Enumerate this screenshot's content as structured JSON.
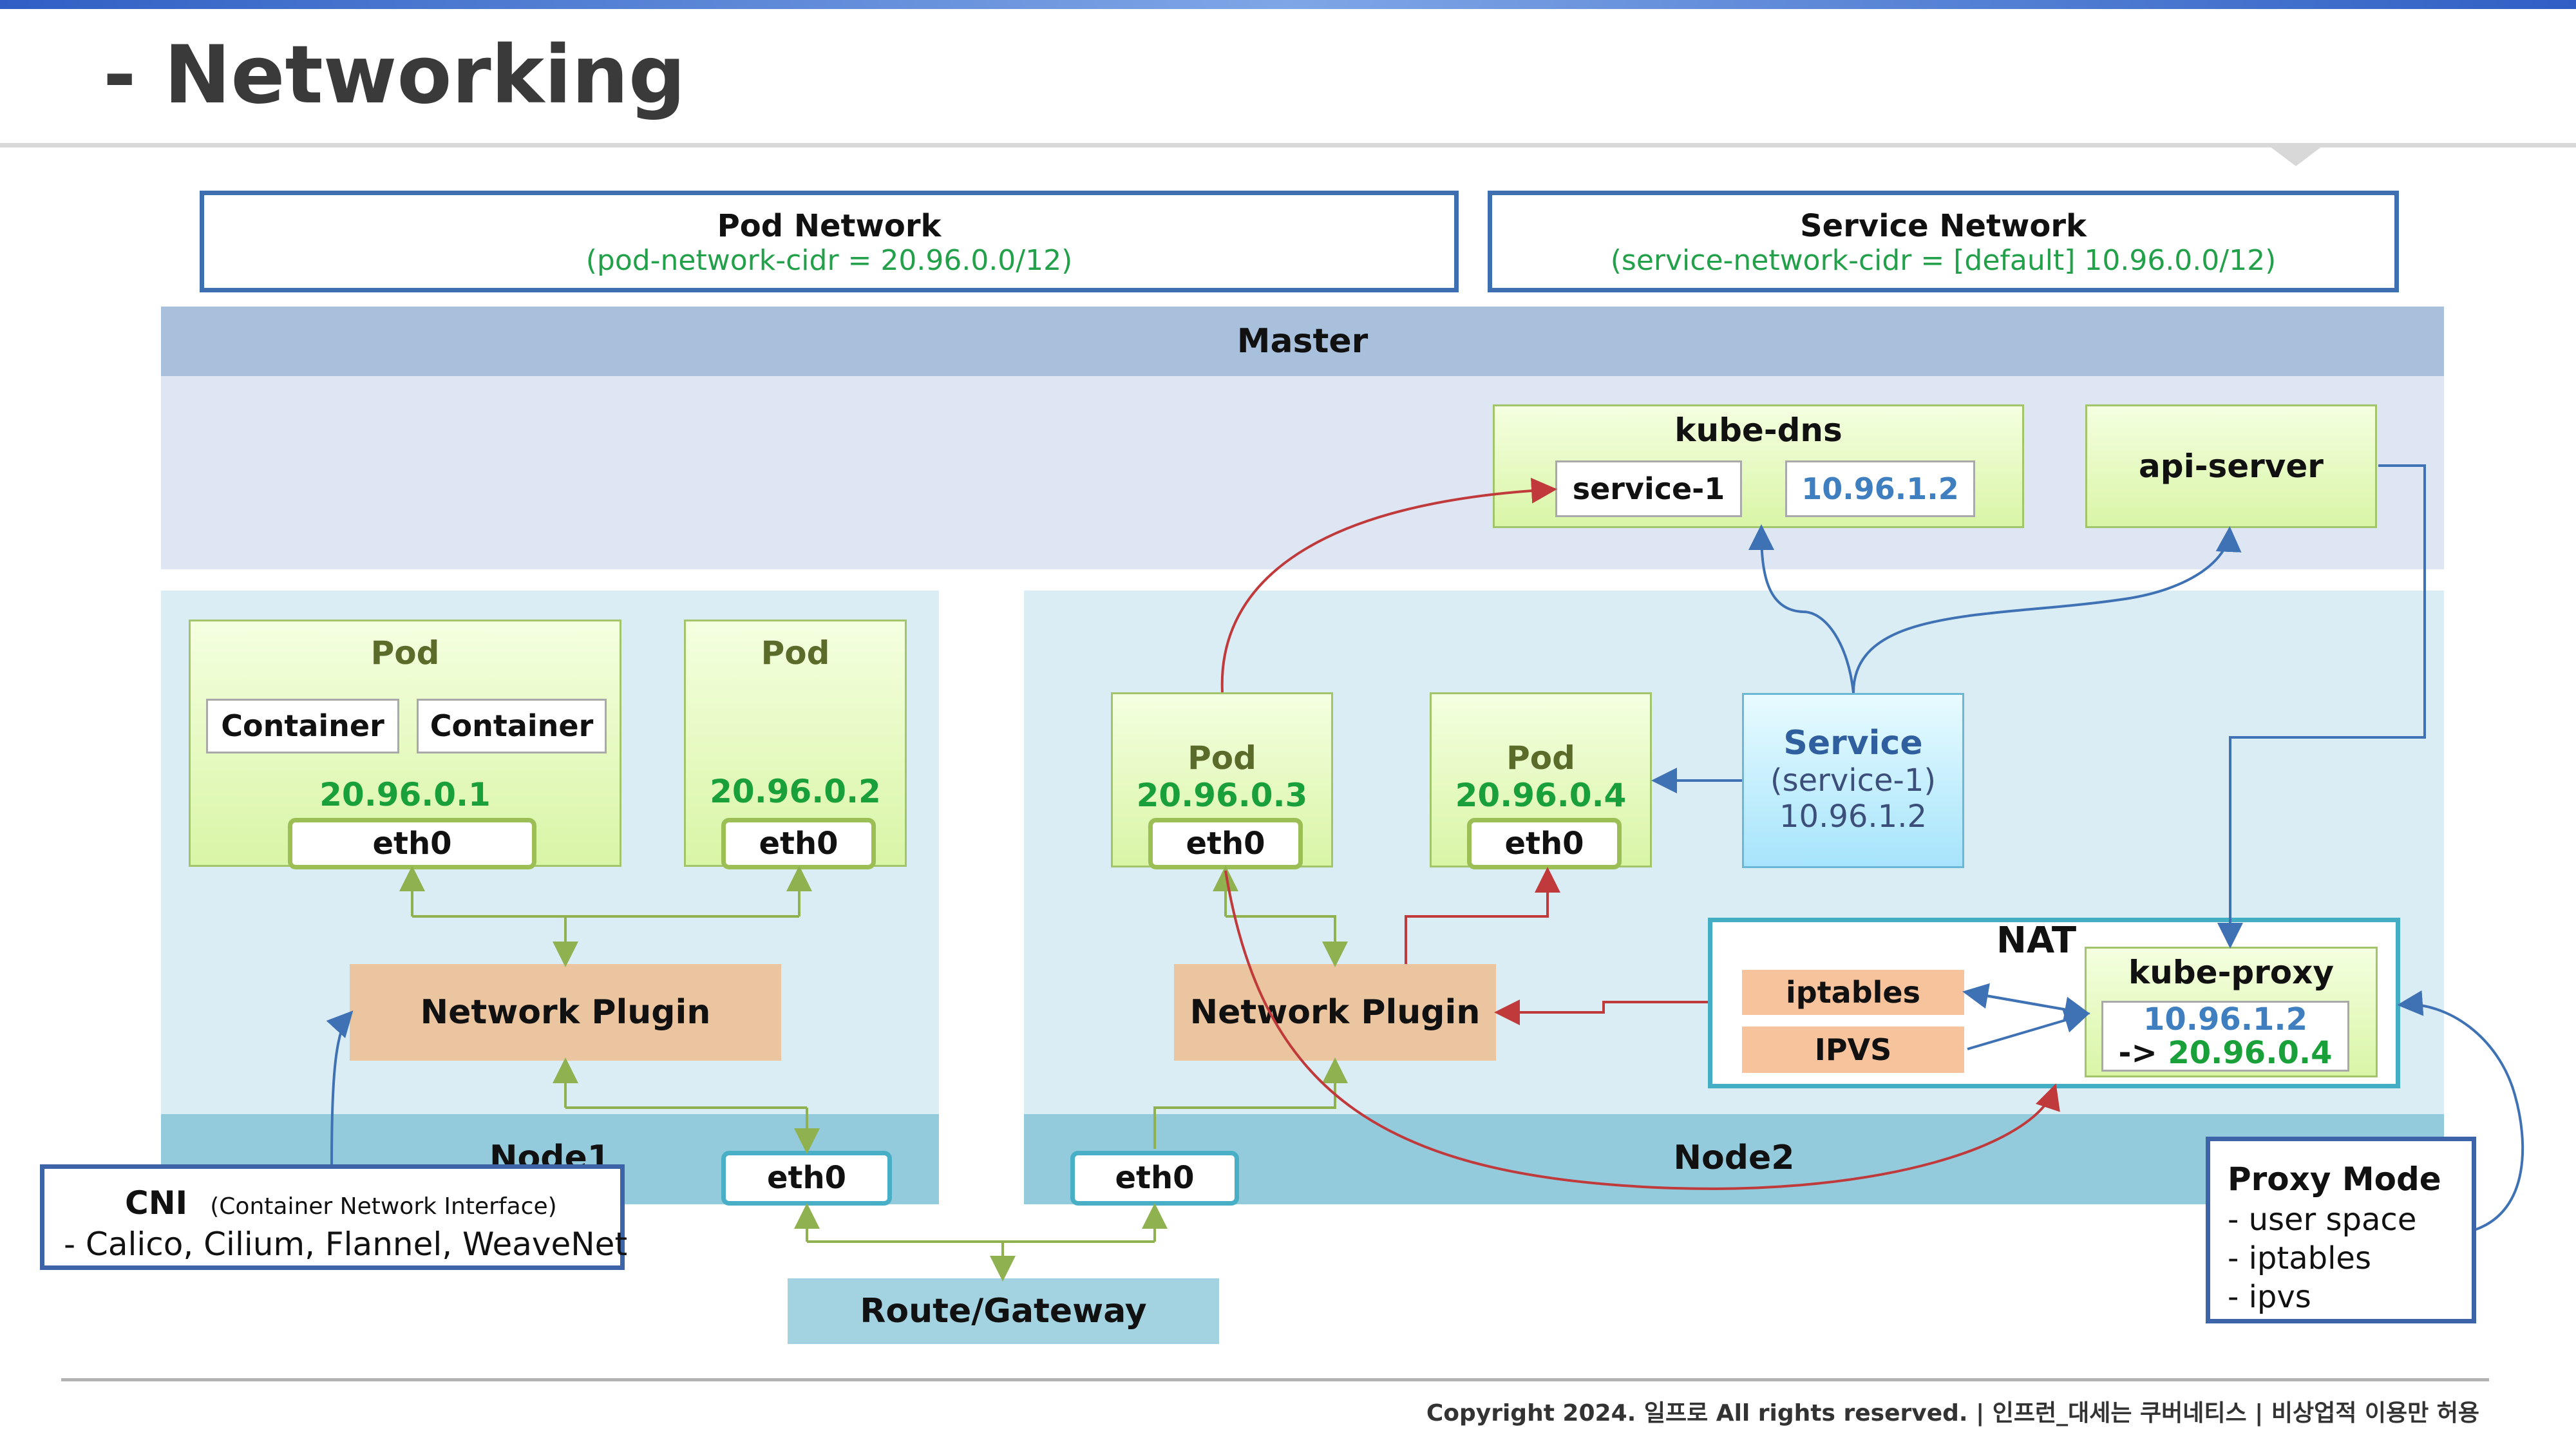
{
  "title": "- Networking",
  "pod_network": {
    "label": "Pod Network",
    "cidr": "(pod-network-cidr =  20.96.0.0/12)"
  },
  "service_network": {
    "label": "Service Network",
    "cidr": "(service-network-cidr = [default] 10.96.0.0/12)"
  },
  "master": {
    "label": "Master",
    "kube_dns": {
      "label": "kube-dns",
      "service": "service-1",
      "ip": "10.96.1.2"
    },
    "api_server": {
      "label": "api-server"
    }
  },
  "node1": {
    "label": "Node1",
    "pod_a": {
      "label": "Pod",
      "container1": "Container",
      "container2": "Container",
      "ip": "20.96.0.1",
      "eth": "eth0"
    },
    "pod_b": {
      "label": "Pod",
      "ip": "20.96.0.2",
      "eth": "eth0"
    },
    "plugin": "Network Plugin",
    "eth": "eth0"
  },
  "node2": {
    "label": "Node2",
    "pod_c": {
      "label": "Pod",
      "ip": "20.96.0.3",
      "eth": "eth0"
    },
    "pod_d": {
      "label": "Pod",
      "ip": "20.96.0.4",
      "eth": "eth0"
    },
    "service": {
      "label": "Service",
      "name": "(service-1)",
      "ip": "10.96.1.2"
    },
    "plugin": "Network Plugin",
    "eth": "eth0",
    "nat": {
      "label": "NAT",
      "iptables": "iptables",
      "ipvs": "IPVS"
    },
    "kube_proxy": {
      "label": "kube-proxy",
      "from": "10.96.1.2",
      "arrow": "->",
      "to": "20.96.0.4"
    }
  },
  "route_gateway": "Route/Gateway",
  "cni": {
    "title": "CNI",
    "subtitle": "(Container Network Interface)",
    "list": "- Calico, Cilium, Flannel, WeaveNet"
  },
  "proxy_mode": {
    "title": "Proxy Mode",
    "items": [
      "- user space",
      "- iptables",
      "- ipvs"
    ]
  },
  "copyright": "Copyright 2024. 일프로 All rights reserved. | 인프런_대세는 쿠버네티스 | 비상업적 이용만 허용",
  "colors": {
    "green": "#1aa03a",
    "blue_ip": "#3f7fc0",
    "red_arrow": "#c0393b",
    "green_arrow": "#8fb14f",
    "blue_arrow": "#3f72b5"
  }
}
